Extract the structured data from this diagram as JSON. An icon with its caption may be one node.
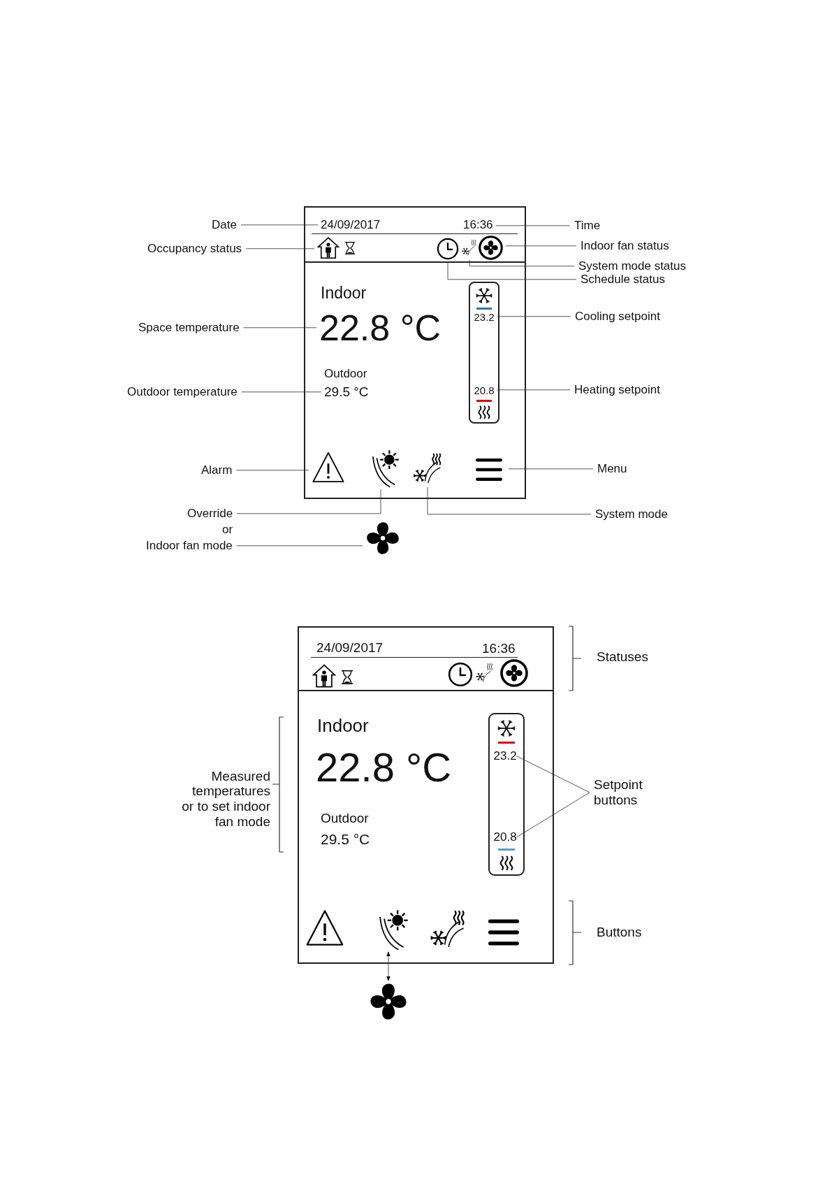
{
  "diagram": {
    "nodes": [
      {
        "text": [],
        "shape": "box"
      },
      {
        "text": [
          "24/09/2017"
        ],
        "in": 0
      },
      {
        "text": [
          "16:36"
        ],
        "in": 0
      },
      {
        "text": [],
        "shape": "house",
        "in": 0
      },
      {
        "text": [],
        "shape": "clock",
        "in": 0
      },
      {
        "text": [],
        "shape": "snowflake",
        "in": 0
      },
      {
        "text": [],
        "shape": "fan",
        "in": 0
      },
      {
        "text": [
          "Indoor"
        ],
        "in": 0
      },
      {
        "text": [
          "22.8 °C"
        ],
        "in": 0
      },
      {
        "text": [
          "Outdoor"
        ],
        "in": 0
      },
      {
        "text": [
          "29.5 °C"
        ],
        "in": 0
      },
      {
        "text": [],
        "shape": "box",
        "in": 0
      },
      {
        "text": [
          "23.2"
        ],
        "in": 11
      },
      {
        "text": [
          "20.8"
        ],
        "in": 11
      },
      {
        "text": [],
        "shape": "triangle",
        "in": 0
      },
      {
        "text": [],
        "shape": "moon",
        "in": 0
      },
      {
        "text": [],
        "shape": "snowflake",
        "in": 0
      },
      {
        "text": [],
        "shape": "menu",
        "in": 0
      },
      {
        "text": [],
        "shape": "fan"
      },
      {
        "text": [
          "Date"
        ]
      },
      {
        "text": [
          "Time"
        ]
      },
      {
        "text": [
          "Occupancy status"
        ]
      },
      {
        "text": [
          "Indoor fan status"
        ]
      },
      {
        "text": [
          "System mode status"
        ]
      },
      {
        "text": [
          "Schedule status"
        ]
      },
      {
        "text": [
          "Cooling setpoint"
        ]
      },
      {
        "text": [
          "Space temperature"
        ]
      },
      {
        "text": [
          "Heating setpoint"
        ]
      },
      {
        "text": [
          "Outdoor temperature"
        ]
      },
      {
        "text": [
          "Alarm"
        ]
      },
      {
        "text": [
          "Menu"
        ]
      },
      {
        "text": [
          "Override"
        ]
      },
      {
        "text": [
          "System mode"
        ]
      },
      {
        "text": [
          "Indoor fan mode"
        ]
      },
      {
        "text": [],
        "shape": "box"
      },
      {
        "text": [
          "24/09/2017"
        ],
        "in": 34
      },
      {
        "text": [
          "16:36"
        ],
        "in": 34
      },
      {
        "text": [
          "Indoor"
        ],
        "in": 34
      },
      {
        "text": [
          "22.8 °C"
        ],
        "in": 34
      },
      {
        "text": [
          "Outdoor"
        ],
        "in": 34
      },
      {
        "text": [
          "29.5 °C"
        ],
        "in": 34
      },
      {
        "text": [],
        "shape": "box",
        "in": 34
      },
      {
        "text": [
          "23.2"
        ],
        "in": 41
      },
      {
        "text": [
          "20.8"
        ],
        "in": 41
      },
      {
        "text": [],
        "shape": "moon",
        "in": 34
      },
      {
        "text": [],
        "shape": "fan"
      },
      {
        "text": [
          "Setpoint buttons"
        ]
      }
    ],
    "edges": [
      {
        "from": 19,
        "to": 1,
        "arrow": "none"
      },
      {
        "from": 20,
        "to": 2,
        "arrow": "none"
      },
      {
        "from": 21,
        "to": 3,
        "arrow": "none"
      },
      {
        "from": 22,
        "to": 6,
        "arrow": "none"
      },
      {
        "from": 23,
        "to": 5,
        "arrow": "none"
      },
      {
        "from": 24,
        "to": 4,
        "arrow": "none"
      },
      {
        "from": 25,
        "to": 12,
        "arrow": "none"
      },
      {
        "from": 26,
        "to": 8,
        "arrow": "none"
      },
      {
        "from": 27,
        "to": 13,
        "arrow": "none"
      },
      {
        "from": 28,
        "to": 10,
        "arrow": "none"
      },
      {
        "from": 29,
        "to": 14,
        "arrow": "none"
      },
      {
        "from": 30,
        "to": 17,
        "arrow": "none"
      },
      {
        "from": 31,
        "to": 15,
        "arrow": "none"
      },
      {
        "from": 32,
        "to": 16,
        "arrow": "none"
      },
      {
        "from": 33,
        "to": 18,
        "arrow": "none"
      },
      {
        "from": 46,
        "to": 42,
        "arrow": "none"
      },
      {
        "from": 46,
        "to": 43,
        "arrow": "none"
      },
      {
        "from": 44,
        "to": 45,
        "arrow": "both"
      }
    ],
    "labels": [
      "or",
      "Statuses",
      "Measured temperatures or to set indoor fan mode",
      "Buttons"
    ]
  }
}
